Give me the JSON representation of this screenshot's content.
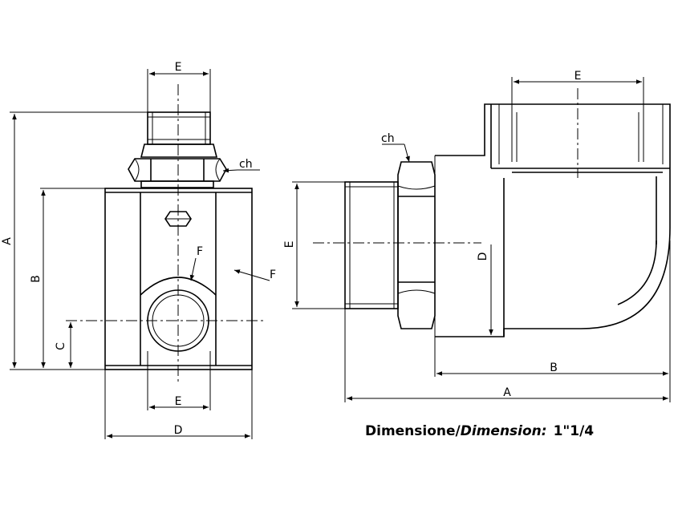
{
  "front_view": {
    "labels": {
      "A": "A",
      "B": "B",
      "C": "C",
      "D": "D",
      "E_top": "E",
      "E_bottom": "E",
      "F_upper": "F",
      "F_right": "F",
      "ch": "ch"
    }
  },
  "side_view": {
    "labels": {
      "E_top": "E",
      "E_left": "E",
      "D": "D",
      "B": "B",
      "A": "A",
      "ch": "ch"
    }
  },
  "caption": {
    "label": "Dimensione/",
    "label_en": "Dimension:",
    "size": "1\"1/4"
  },
  "colors": {
    "line": "#000000",
    "background": "#ffffff"
  }
}
